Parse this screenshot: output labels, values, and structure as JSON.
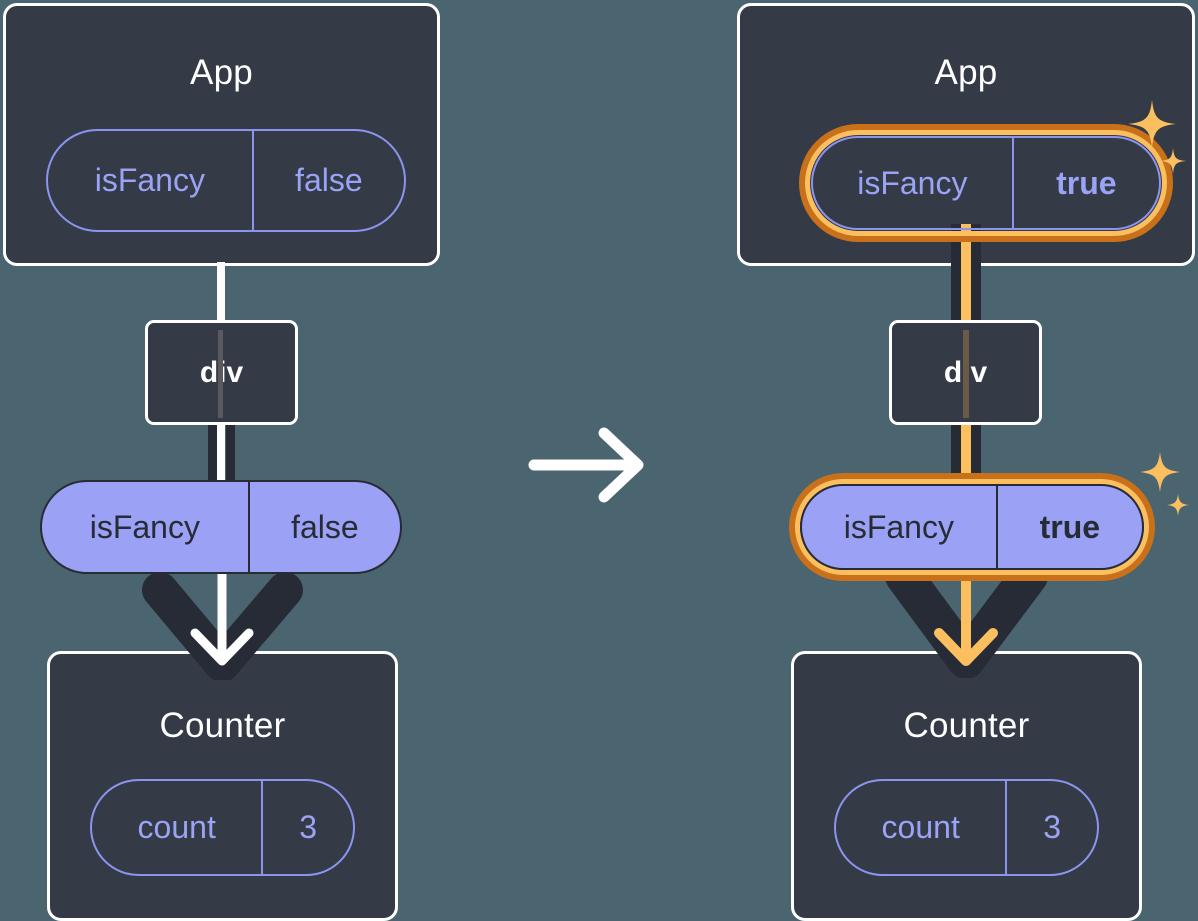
{
  "diagram": {
    "title": "React state propagation: isFancy false to true",
    "background_color": "#4a6570",
    "panel_color": "#343a46",
    "pill_color": "#9ba1f5",
    "highlight_color": "#fbbf60",
    "highlight_ring_outer_color": "#c8701a",
    "wire_white": "#ffffff",
    "wire_dark": "#272b36",
    "transition_icon": "right-arrow-icon",
    "sparkle_icon": "sparkle-icon"
  },
  "left": {
    "app": {
      "title": "App",
      "pill": {
        "key": "isFancy",
        "value": "false",
        "highlighted": false,
        "value_bold": false
      }
    },
    "div": {
      "label": "div"
    },
    "prop_pill": {
      "key": "isFancy",
      "value": "false",
      "highlighted": false,
      "value_bold": false
    },
    "counter": {
      "title": "Counter",
      "pill": {
        "key": "count",
        "value": "3",
        "highlighted": false,
        "value_bold": false
      }
    },
    "arrow_color": "#ffffff"
  },
  "right": {
    "app": {
      "title": "App",
      "pill": {
        "key": "isFancy",
        "value": "true",
        "highlighted": true,
        "value_bold": true
      }
    },
    "div": {
      "label": "div"
    },
    "prop_pill": {
      "key": "isFancy",
      "value": "true",
      "highlighted": true,
      "value_bold": true
    },
    "counter": {
      "title": "Counter",
      "pill": {
        "key": "count",
        "value": "3",
        "highlighted": false,
        "value_bold": false
      }
    },
    "arrow_color": "#fbbf60"
  }
}
